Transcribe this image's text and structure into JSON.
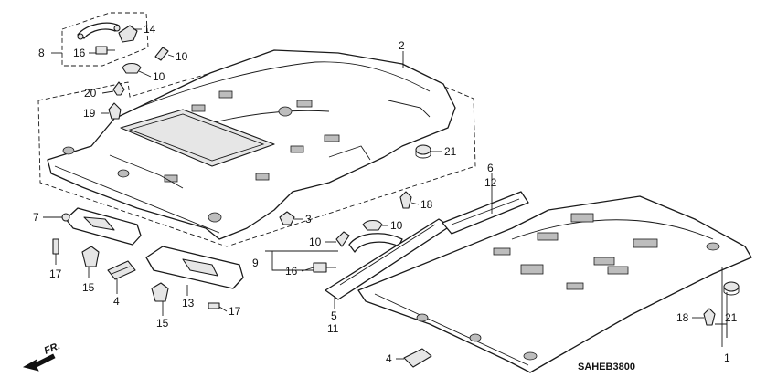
{
  "diagram": {
    "callouts": {
      "c1": "1",
      "c2": "2",
      "c3": "3",
      "c4a": "4",
      "c4b": "4",
      "c5": "5",
      "c6": "6",
      "c7": "7",
      "c8": "8",
      "c9": "9",
      "c10a": "10",
      "c10b": "10",
      "c10c": "10",
      "c10d": "10",
      "c11": "11",
      "c12": "12",
      "c13": "13",
      "c14": "14",
      "c15a": "15",
      "c15b": "15",
      "c16a": "16",
      "c16b": "16",
      "c17a": "17",
      "c17b": "17",
      "c18a": "18",
      "c18b": "18",
      "c19": "19",
      "c20": "20",
      "c21a": "21",
      "c21b": "21"
    },
    "direction_label": "FR.",
    "diagram_code": "SAHEB3800"
  }
}
